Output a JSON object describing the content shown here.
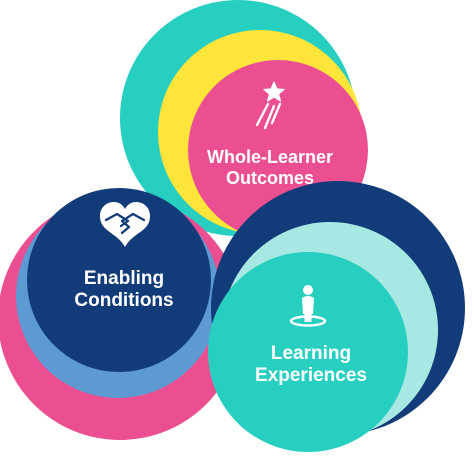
{
  "colors": {
    "teal": "#27cfc0",
    "yellow": "#ffe53a",
    "pink": "#ec4f91",
    "navy": "#123c79",
    "mid_blue": "#5d9ad1",
    "light_teal": "#a7e9e2",
    "white": "#ffffff"
  },
  "circles": {
    "top": {
      "label_line1": "Whole-Learner",
      "label_line2": "Outcomes",
      "icon": "shooting-star-icon"
    },
    "left": {
      "label_line1": "Enabling",
      "label_line2": "Conditions",
      "icon": "handshake-heart-icon"
    },
    "right": {
      "label_line1": "Learning",
      "label_line2": "Experiences",
      "icon": "person-on-target-icon"
    }
  }
}
